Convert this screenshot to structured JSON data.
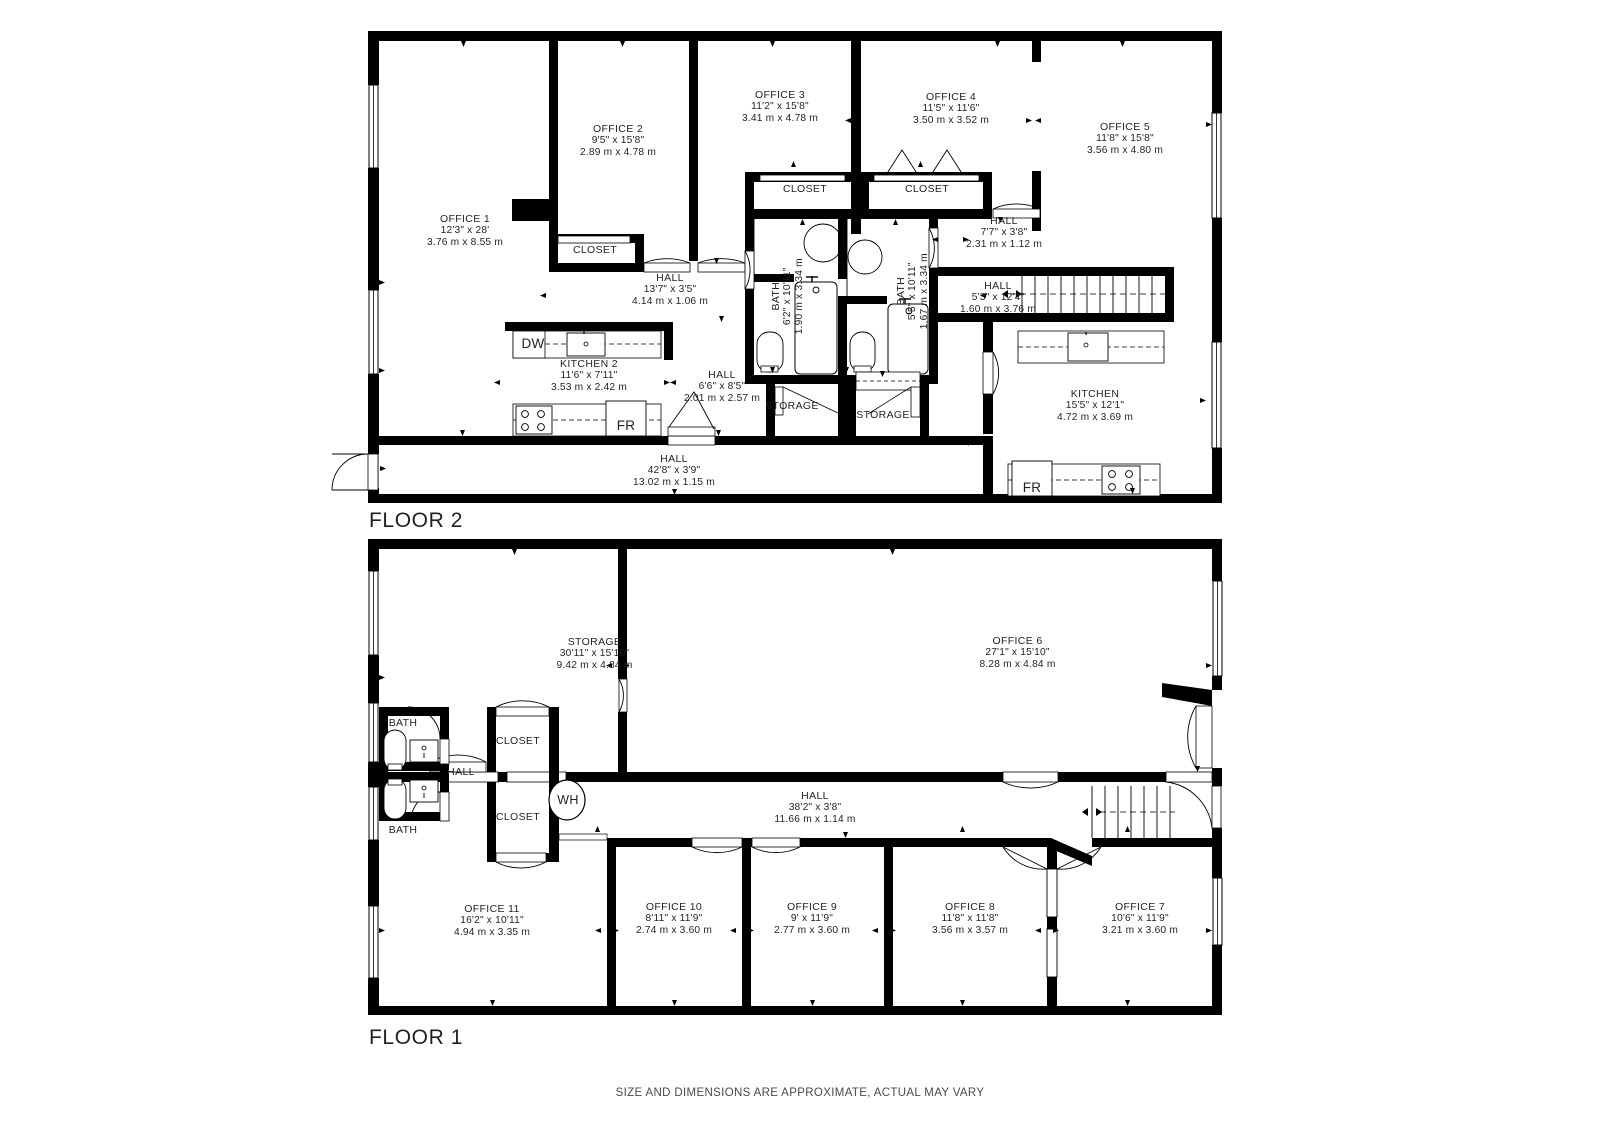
{
  "document": {
    "footer_note": "SIZE AND DIMENSIONS ARE APPROXIMATE, ACTUAL MAY VARY",
    "wall_color": "#000000",
    "background_color": "#ffffff",
    "text_color": "#231f20"
  },
  "floors": [
    {
      "id": "floor2",
      "title": "FLOOR 2",
      "rooms": [
        {
          "key": "office1",
          "name": "OFFICE 1",
          "imperial": "12'3\" x 28'",
          "metric": "3.76 m x 8.55 m"
        },
        {
          "key": "office2",
          "name": "OFFICE 2",
          "imperial": "9'5\" x 15'8\"",
          "metric": "2.89 m x 4.78 m"
        },
        {
          "key": "office3",
          "name": "OFFICE 3",
          "imperial": "11'2\" x 15'8\"",
          "metric": "3.41 m x 4.78 m"
        },
        {
          "key": "office4",
          "name": "OFFICE 4",
          "imperial": "11'5\" x 11'6\"",
          "metric": "3.50 m x 3.52 m"
        },
        {
          "key": "office5",
          "name": "OFFICE 5",
          "imperial": "11'8\" x 15'8\"",
          "metric": "3.56 m x 4.80 m"
        },
        {
          "key": "closet_a",
          "name": "CLOSET",
          "imperial": "",
          "metric": ""
        },
        {
          "key": "closet_b",
          "name": "CLOSET",
          "imperial": "",
          "metric": ""
        },
        {
          "key": "closet_c",
          "name": "CLOSET",
          "imperial": "",
          "metric": ""
        },
        {
          "key": "hall_a",
          "name": "HALL",
          "imperial": "13'7\" x 3'5\"",
          "metric": "4.14 m x 1.06 m"
        },
        {
          "key": "hall_b",
          "name": "HALL",
          "imperial": "7'7\" x 3'8\"",
          "metric": "2.31 m x 1.12 m"
        },
        {
          "key": "hall_c",
          "name": "HALL",
          "imperial": "5'3\" x 12'4\"",
          "metric": "1.60 m x 3.76 m"
        },
        {
          "key": "hall_d",
          "name": "HALL",
          "imperial": "6'6\" x 8'5\"",
          "metric": "2.01 m x 2.57 m"
        },
        {
          "key": "hall_e",
          "name": "HALL",
          "imperial": "42'8\" x 3'9\"",
          "metric": "13.02 m x 1.15 m"
        },
        {
          "key": "bath_a",
          "name": "BATH",
          "imperial": "6'2\" x 10'11\"",
          "metric": "1.90 m x 3.34 m"
        },
        {
          "key": "bath_b",
          "name": "BATH",
          "imperial": "5'5\" x 10'11\"",
          "metric": "1.67 m x 3.34 m"
        },
        {
          "key": "kitchen2",
          "name": "KITCHEN 2",
          "imperial": "11'6\" x 7'11\"",
          "metric": "3.53 m x 2.42 m"
        },
        {
          "key": "kitchen",
          "name": "KITCHEN",
          "imperial": "15'5\" x 12'1\"",
          "metric": "4.72 m x 3.69 m"
        },
        {
          "key": "storage_a",
          "name": "STORAGE",
          "imperial": "",
          "metric": ""
        },
        {
          "key": "storage_b",
          "name": "STORAGE",
          "imperial": "",
          "metric": ""
        }
      ],
      "appliances": [
        {
          "key": "dw",
          "label": "DW"
        },
        {
          "key": "fr1",
          "label": "FR"
        },
        {
          "key": "fr2",
          "label": "FR"
        }
      ]
    },
    {
      "id": "floor1",
      "title": "FLOOR 1",
      "rooms": [
        {
          "key": "storage",
          "name": "STORAGE",
          "imperial": "30'11\" x 15'10\"",
          "metric": "9.42 m x 4.84 m"
        },
        {
          "key": "office6",
          "name": "OFFICE 6",
          "imperial": "27'1\" x 15'10\"",
          "metric": "8.28 m x 4.84 m"
        },
        {
          "key": "office7",
          "name": "OFFICE 7",
          "imperial": "10'6\" x 11'9\"",
          "metric": "3.21 m x 3.60 m"
        },
        {
          "key": "office8",
          "name": "OFFICE 8",
          "imperial": "11'8\" x 11'8\"",
          "metric": "3.56 m x 3.57 m"
        },
        {
          "key": "office9",
          "name": "OFFICE 9",
          "imperial": "9' x 11'9\"",
          "metric": "2.77 m x 3.60 m"
        },
        {
          "key": "office10",
          "name": "OFFICE 10",
          "imperial": "8'11\" x 11'9\"",
          "metric": "2.74 m x 3.60 m"
        },
        {
          "key": "office11",
          "name": "OFFICE 11",
          "imperial": "16'2\" x 10'11\"",
          "metric": "4.94 m x 3.35 m"
        },
        {
          "key": "hall_main",
          "name": "HALL",
          "imperial": "38'2\" x 3'8\"",
          "metric": "11.66 m x 1.14 m"
        },
        {
          "key": "hall_side",
          "name": "HALL",
          "imperial": "",
          "metric": ""
        },
        {
          "key": "bath_top",
          "name": "BATH",
          "imperial": "",
          "metric": ""
        },
        {
          "key": "bath_bot",
          "name": "BATH",
          "imperial": "",
          "metric": ""
        },
        {
          "key": "closet_top",
          "name": "CLOSET",
          "imperial": "",
          "metric": ""
        },
        {
          "key": "closet_bot",
          "name": "CLOSET",
          "imperial": "",
          "metric": ""
        }
      ],
      "appliances": [
        {
          "key": "wh",
          "label": "WH"
        }
      ]
    }
  ]
}
